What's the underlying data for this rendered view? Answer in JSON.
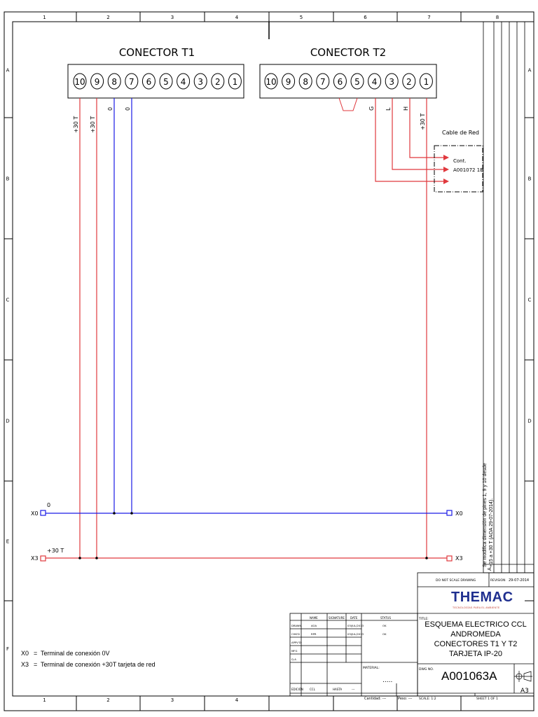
{
  "border": {
    "cols": [
      "1",
      "2",
      "3",
      "4",
      "5",
      "6",
      "7",
      "8"
    ],
    "rows": [
      "A",
      "B",
      "C",
      "D",
      "E",
      "F"
    ]
  },
  "connectors": {
    "t1": {
      "title": "CONECTOR T1",
      "pins": [
        "10",
        "9",
        "8",
        "7",
        "6",
        "5",
        "4",
        "3",
        "2",
        "1"
      ]
    },
    "t2": {
      "title": "CONECTOR T2",
      "pins": [
        "10",
        "9",
        "8",
        "7",
        "6",
        "5",
        "4",
        "3",
        "2",
        "1"
      ]
    }
  },
  "wire_labels": {
    "t1_10": "+30 T",
    "t1_9": "+30 T",
    "t1_8": "0",
    "t1_7": "0",
    "t2_4": "G",
    "t2_3": "L",
    "t2_2": "H",
    "t2_1": "+30 T"
  },
  "network_cable": {
    "label": "Cable de Red",
    "box_line1": "Cont.",
    "box_line2": "A001072 1B"
  },
  "terminals": {
    "x0_left": "X0",
    "x0_right": "X0",
    "x0_bus": "0",
    "x3_left": "X3",
    "x3_right": "X3",
    "x3_bus": "+30 T"
  },
  "colors": {
    "red": "#e0393e",
    "blue": "#1a1ae6"
  },
  "legend": [
    {
      "code": "X0",
      "eq": "=",
      "text": "Terminal de conexión 0V"
    },
    {
      "code": "X3",
      "eq": "=",
      "text": "Terminal de conexión +30T tarjeta de red"
    }
  ],
  "revision": {
    "letter": "A",
    "line1": "Se modifica dimensión de pines 1, 9 y 10 desde",
    "line2": "+15 a +30 T (AOA 29-07-2014)."
  },
  "title_block": {
    "do_not_scale": "DO NOT SCALE DRAWING",
    "revision_label": "REVISION",
    "revision_date": "29-07-2014",
    "logo": "THEMAC",
    "logo_sub": "TECNOLOGÍAS PARA EL AMBIENTE",
    "headers": {
      "name": "NAME",
      "signature": "SIGNATURE",
      "date": "DATE",
      "status": "STATUS"
    },
    "rows": [
      {
        "role": "DRAWN",
        "name": "AOA",
        "date": "03/JUL/2013",
        "status": "OK"
      },
      {
        "role": "CHK'D",
        "name": "RPR",
        "date": "03/JUL/2013",
        "status": "OK"
      },
      {
        "role": "APPV'D",
        "name": "",
        "date": "",
        "status": ""
      },
      {
        "role": "MFG",
        "name": "",
        "date": "",
        "status": ""
      },
      {
        "role": "Q.A",
        "name": "",
        "date": "",
        "status": ""
      }
    ],
    "material_label": "MATERIAL:",
    "material_value": ".....",
    "edicion_label": "EDICIÓN",
    "edicion_ccl": "CCL",
    "edicion_hasta": "HASTA",
    "edicion_dash": "---",
    "cantidad": "Cantidad: ---",
    "peso": "Peso: ---",
    "title_label": "TITLE:",
    "title_lines": [
      "ESQUEMA ELECTRICO CCL",
      "ANDROMEDA",
      "CONECTORES T1 Y T2 TARJETA IP-20"
    ],
    "dwg_label": "DWG NO.",
    "dwg_no": "A001063A",
    "size": "A3",
    "scale": "SCALE: 1:2",
    "sheet": "SHEET 1 OF 1"
  }
}
